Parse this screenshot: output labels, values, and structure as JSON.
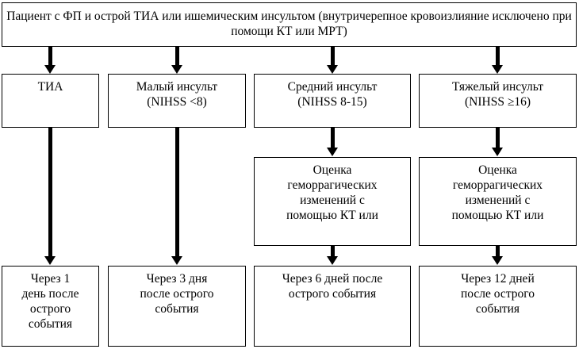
{
  "diagram": {
    "title_text": "Пациент с ФП и острой ТИА или ишемическим инсультом (внутричерепное кровоизлияние исключено при помощи КТ или МРТ)",
    "nodes": {
      "root": "Пациент с ФП и острой ТИА или ишемическим инсультом (внутричерепное кровоизлияние исключено при помощи КТ или МРТ)",
      "tia": "ТИА",
      "minor_stroke": "Малый инсульт\n(NIHSS <8)",
      "moderate_stroke": "Средний инсульт\n(NIHSS 8-15)",
      "severe_stroke": "Тяжелый инсульт\n(NIHSS ≥16)",
      "hemorrhage_eval_moderate": "Оценка\nгеморрагических\nизменений с\nпомощью КТ или",
      "hemorrhage_eval_severe": "Оценка\nгеморрагических\nизменений с\nпомощью КТ или",
      "timing_tia": "Через 1\nдень после\nострого\nсобытия",
      "timing_minor": "Через 3 дня\nпосле острого\nсобытия",
      "timing_moderate": "Через 6 дней после\nострого события",
      "timing_severe": "Через 12 дней\nпосле острого\nсобытия"
    },
    "arrows": [
      {
        "name": "arrow-root-to-tia"
      },
      {
        "name": "arrow-root-to-minor-stroke"
      },
      {
        "name": "arrow-root-to-moderate-stroke"
      },
      {
        "name": "arrow-root-to-severe-stroke"
      },
      {
        "name": "arrow-tia-to-timing"
      },
      {
        "name": "arrow-minor-stroke-to-timing"
      },
      {
        "name": "arrow-moderate-stroke-to-hemorrhage-eval"
      },
      {
        "name": "arrow-severe-stroke-to-hemorrhage-eval"
      },
      {
        "name": "arrow-hemorrhage-eval-moderate-to-timing"
      },
      {
        "name": "arrow-hemorrhage-eval-severe-to-timing"
      }
    ],
    "colors": {
      "background": "#ffffff",
      "border": "#000000",
      "text": "#000000",
      "arrow": "#000000"
    }
  }
}
